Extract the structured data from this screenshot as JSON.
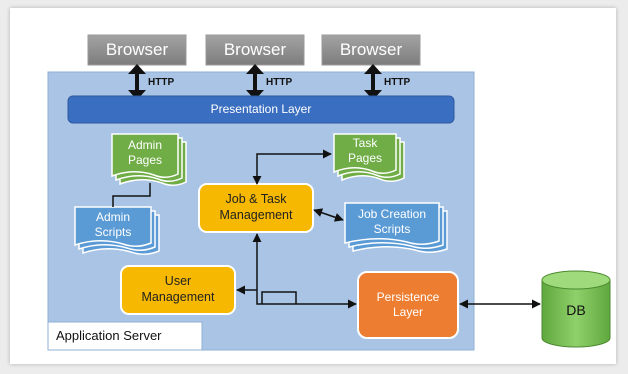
{
  "browsers": [
    {
      "label": "Browser",
      "protocol": "HTTP"
    },
    {
      "label": "Browser",
      "protocol": "HTTP"
    },
    {
      "label": "Browser",
      "protocol": "HTTP"
    }
  ],
  "presentation_layer": "Presentation Layer",
  "admin_pages": "Admin\nPages",
  "admin_scripts": "Admin\nScripts",
  "task_pages": "Task\nPages",
  "job_task_management": "Job & Task\nManagement",
  "job_creation_scripts": "Job Creation\nScripts",
  "user_management": "User\nManagement",
  "persistence_layer": "Persistence\nLayer",
  "database": "DB",
  "application_server": "Application Server",
  "colors": {
    "browser": "#8c8c8c",
    "server_bg": "#a9c4e4",
    "presentation": "#3a6ec0",
    "green": "#70ad47",
    "blue_doc": "#5b9bd5",
    "yellow": "#f6b800",
    "orange": "#ed7d31",
    "db": "#78c258"
  }
}
